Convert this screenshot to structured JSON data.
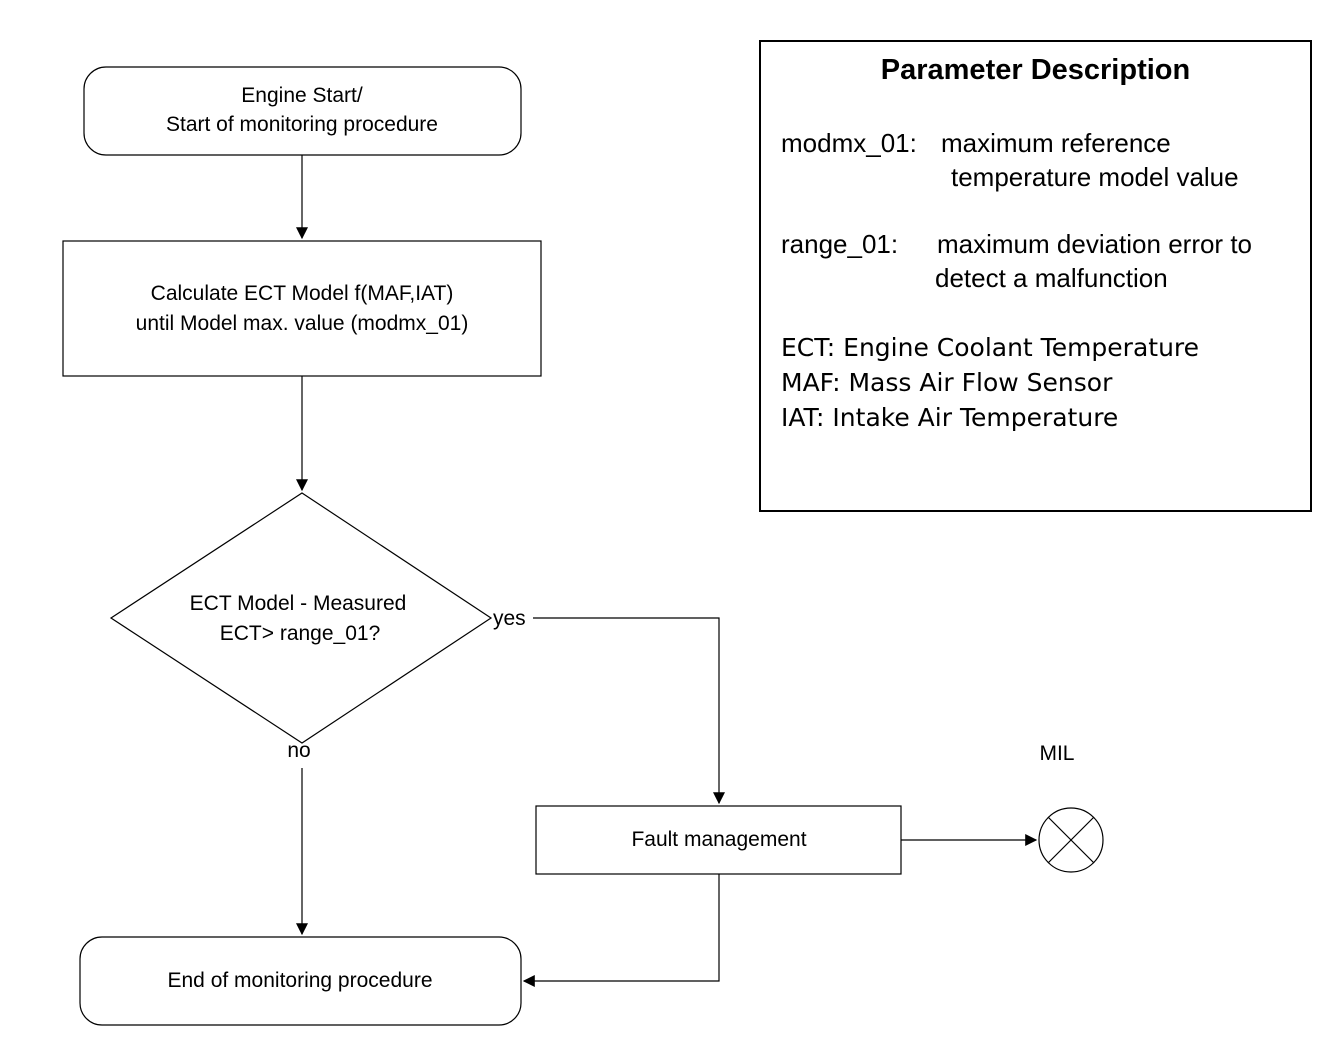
{
  "flowchart": {
    "start": {
      "line1": "Engine Start/",
      "line2": "Start of monitoring procedure"
    },
    "calculate": {
      "line1": "Calculate ECT Model f(MAF,IAT)",
      "line2": "until Model max. value (modmx_01)"
    },
    "decision": {
      "line1": "ECT Model - Measured",
      "line2": "ECT> range_01?"
    },
    "yes_label": "yes",
    "no_label": "no",
    "fault": "Fault management",
    "end": "End of monitoring procedure",
    "mil_label": "MIL"
  },
  "parameters": {
    "title": "Parameter Description",
    "entries": [
      {
        "term": "modmx_01:",
        "desc_line1": "maximum reference",
        "desc_line2": "temperature model value"
      },
      {
        "term": "range_01:",
        "desc_line1": "maximum deviation error to",
        "desc_line2": "detect a malfunction"
      }
    ],
    "abbreviations": [
      "ECT: Engine Coolant Temperature",
      "MAF: Mass Air Flow Sensor",
      "IAT: Intake Air Temperature"
    ]
  }
}
